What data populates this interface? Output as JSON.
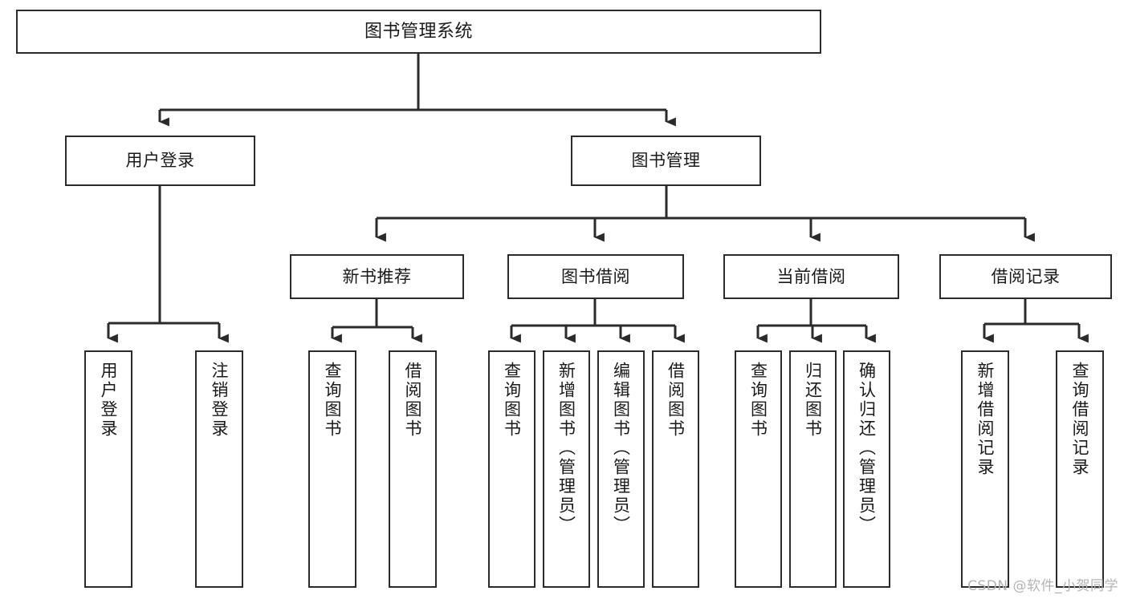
{
  "diagram": {
    "title": "图书管理系统",
    "type": "hierarchy-tree",
    "watermark": "CSDN @软件_小贺同学",
    "colors": {
      "stroke": "#2b2b2b",
      "fill": "#ffffff",
      "text": "#1a1a1a",
      "watermark": "#b4b4b4"
    },
    "nodes": {
      "root": {
        "label": "图书管理系统"
      },
      "level2": [
        {
          "id": "user-login",
          "label": "用户登录"
        },
        {
          "id": "book-manage",
          "label": "图书管理"
        }
      ],
      "level3": [
        {
          "id": "new-book-recommend",
          "label": "新书推荐"
        },
        {
          "id": "book-borrow",
          "label": "图书借阅"
        },
        {
          "id": "current-borrow",
          "label": "当前借阅"
        },
        {
          "id": "borrow-record",
          "label": "借阅记录"
        }
      ],
      "leaves": {
        "user_login": [
          {
            "id": "leaf-user-login",
            "label": "用户登录"
          },
          {
            "id": "leaf-logout-login",
            "label": "注销登录"
          }
        ],
        "new_book_recommend": [
          {
            "id": "leaf-query-book-1",
            "label": "查询图书"
          },
          {
            "id": "leaf-borrow-book-1",
            "label": "借阅图书"
          }
        ],
        "book_borrow": [
          {
            "id": "leaf-query-book-2",
            "label": "查询图书"
          },
          {
            "id": "leaf-add-book",
            "label": "新增图书（管理员）"
          },
          {
            "id": "leaf-edit-book",
            "label": "编辑图书（管理员）"
          },
          {
            "id": "leaf-borrow-book-2",
            "label": "借阅图书"
          }
        ],
        "current_borrow": [
          {
            "id": "leaf-query-book-3",
            "label": "查询图书"
          },
          {
            "id": "leaf-return-book",
            "label": "归还图书"
          },
          {
            "id": "leaf-confirm-return",
            "label": "确认归还（管理员）"
          }
        ],
        "borrow_record": [
          {
            "id": "leaf-add-record",
            "label": "新增借阅记录"
          },
          {
            "id": "leaf-query-record",
            "label": "查询借阅记录"
          }
        ]
      }
    }
  }
}
